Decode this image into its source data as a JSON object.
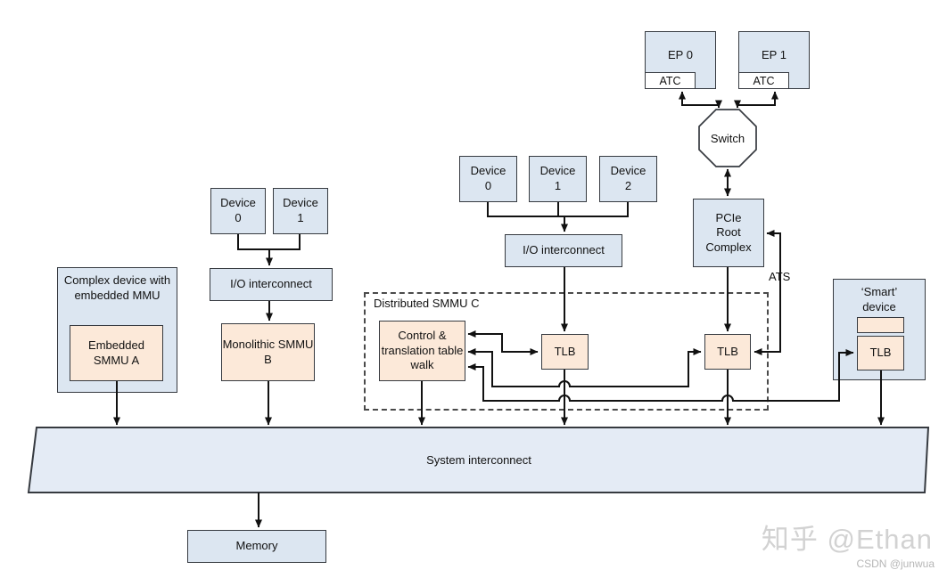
{
  "colors": {
    "box_blue": "#dce6f1",
    "box_tan": "#fce9d9",
    "border": "#363a40",
    "line": "#111111"
  },
  "nodes": {
    "ep0": "EP 0",
    "ep1": "EP 1",
    "atc0": "ATC",
    "atc1": "ATC",
    "switch": "Switch",
    "pcie_root_complex": "PCIe Root Complex",
    "ats_label": "ATS",
    "device_mid_0": "Device 0",
    "device_mid_1": "Device 1",
    "device_mid_2": "Device 2",
    "io_interconnect_mid": "I/O interconnect",
    "device_left_0": "Device 0",
    "device_left_1": "Device 1",
    "io_interconnect_left": "I/O interconnect",
    "monolithic_smmu": "Monolithic SMMU B",
    "complex_device": "Complex device with embedded MMU",
    "embedded_smmu": "Embedded SMMU A",
    "distributed_smmu": "Distributed SMMU C",
    "control_table_walk": "Control & translation table walk",
    "tlb_1": "TLB",
    "tlb_2": "TLB",
    "smart_device": "‘Smart’ device",
    "smart_tlb": "TLB",
    "system_interconnect": "System interconnect",
    "memory": "Memory"
  },
  "watermark": {
    "main": "知乎 @Ethan",
    "sub": "CSDN @junwua"
  }
}
